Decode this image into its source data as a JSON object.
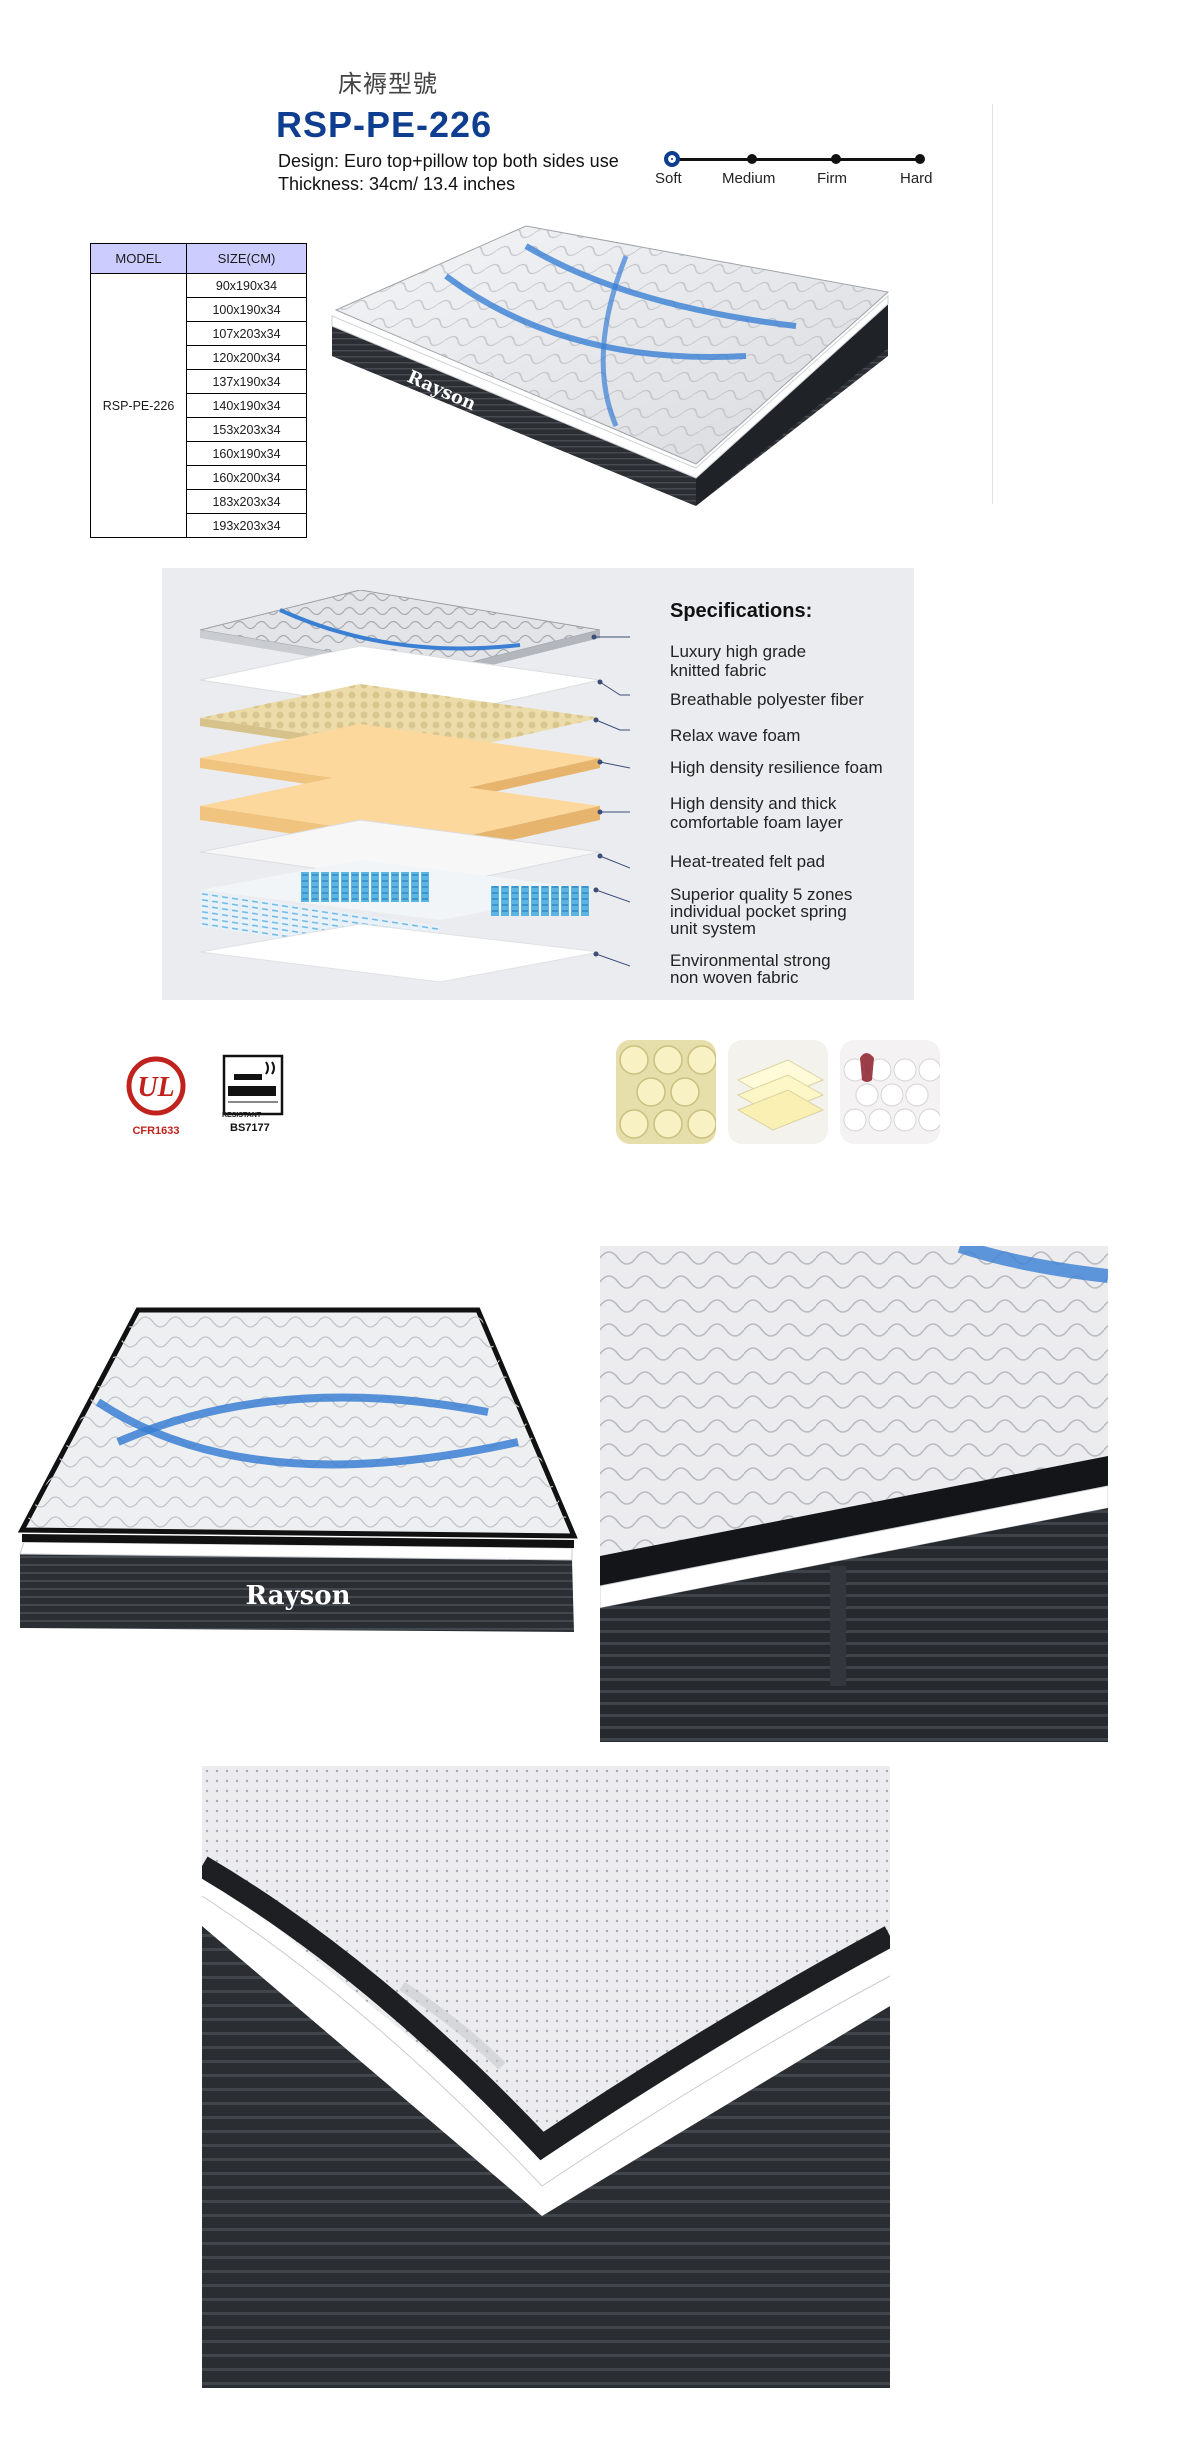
{
  "header": {
    "cn_title": "床褥型號",
    "model": "RSP-PE-226",
    "design": "Design: Euro top+pillow top both sides use",
    "thickness": "Thickness: 34cm/ 13.4 inches"
  },
  "firmness": {
    "levels": [
      "Soft",
      "Medium",
      "Firm",
      "Hard"
    ],
    "selected": "Soft"
  },
  "size_table": {
    "col_model": "MODEL",
    "col_size": "SIZE(CM)",
    "model": "RSP-PE-226",
    "sizes": [
      "90x190x34",
      "100x190x34",
      "107x203x34",
      "120x200x34",
      "137x190x34",
      "140x190x34",
      "153x203x34",
      "160x190x34",
      "160x200x34",
      "183x203x34",
      "193x203x34"
    ]
  },
  "brand": {
    "logo_text": "Rayson"
  },
  "specifications": {
    "heading": "Specifications:",
    "layers": [
      "Luxury high grade\nknitted fabric",
      "Breathable polyester fiber",
      "Relax wave foam",
      "High density resilience foam",
      "High density and thick\ncomfortable foam layer",
      "Heat-treated felt pad",
      "Superior quality 5 zones\nindividual pocket spring\nunit system",
      "Environmental strong\nnon woven fabric"
    ]
  },
  "certifications": {
    "ul_mark": "UL",
    "ul_code": "CFR1633",
    "bs_mark": "RESISTANT",
    "bs_code": "BS7177"
  },
  "colors": {
    "brand_blue": "#0f3d8f",
    "accent_blue": "#3a7fd4",
    "ul_red": "#c0231d",
    "panel_grey": "#ebecef",
    "mattress_dark": "#2b2e33"
  }
}
